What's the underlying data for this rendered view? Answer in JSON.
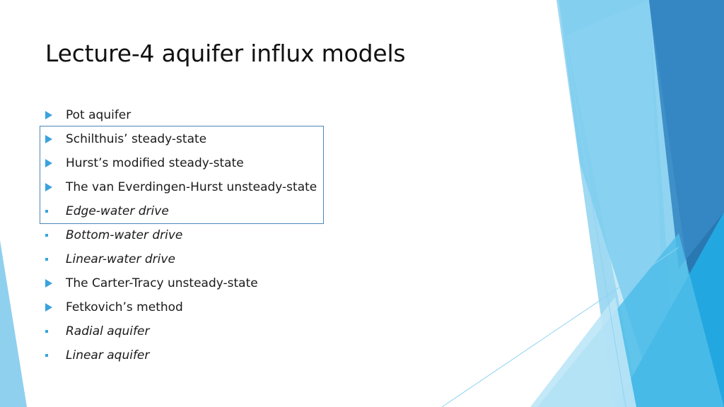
{
  "slide": {
    "title": "Lecture-4 aquifer influx models",
    "accent_color": "#3aa3dd",
    "highlight_border_color": "#4a86b9",
    "bullets": [
      {
        "text": "Pot aquifer",
        "marker": "triangle-bullet-icon",
        "italic": false
      },
      {
        "text": "Schilthuis’ steady-state",
        "marker": "triangle-bullet-icon",
        "italic": false
      },
      {
        "text": "Hurst’s modified steady-state",
        "marker": "triangle-bullet-icon",
        "italic": false
      },
      {
        "text": "The van Everdingen-Hurst unsteady-state",
        "marker": "triangle-bullet-icon",
        "italic": false
      },
      {
        "text": "Edge-water drive",
        "marker": "square-bullet-icon",
        "italic": true
      },
      {
        "text": "Bottom-water drive",
        "marker": "square-bullet-icon",
        "italic": true
      },
      {
        "text": "Linear-water drive",
        "marker": "square-bullet-icon",
        "italic": true
      },
      {
        "text": "The Carter-Tracy unsteady-state",
        "marker": "triangle-bullet-icon",
        "italic": false
      },
      {
        "text": "Fetkovich’s method",
        "marker": "triangle-bullet-icon",
        "italic": false
      },
      {
        "text": "Radial aquifer",
        "marker": "square-bullet-icon",
        "italic": true
      },
      {
        "text": "Linear aquifer",
        "marker": "square-bullet-icon",
        "italic": true
      }
    ]
  }
}
